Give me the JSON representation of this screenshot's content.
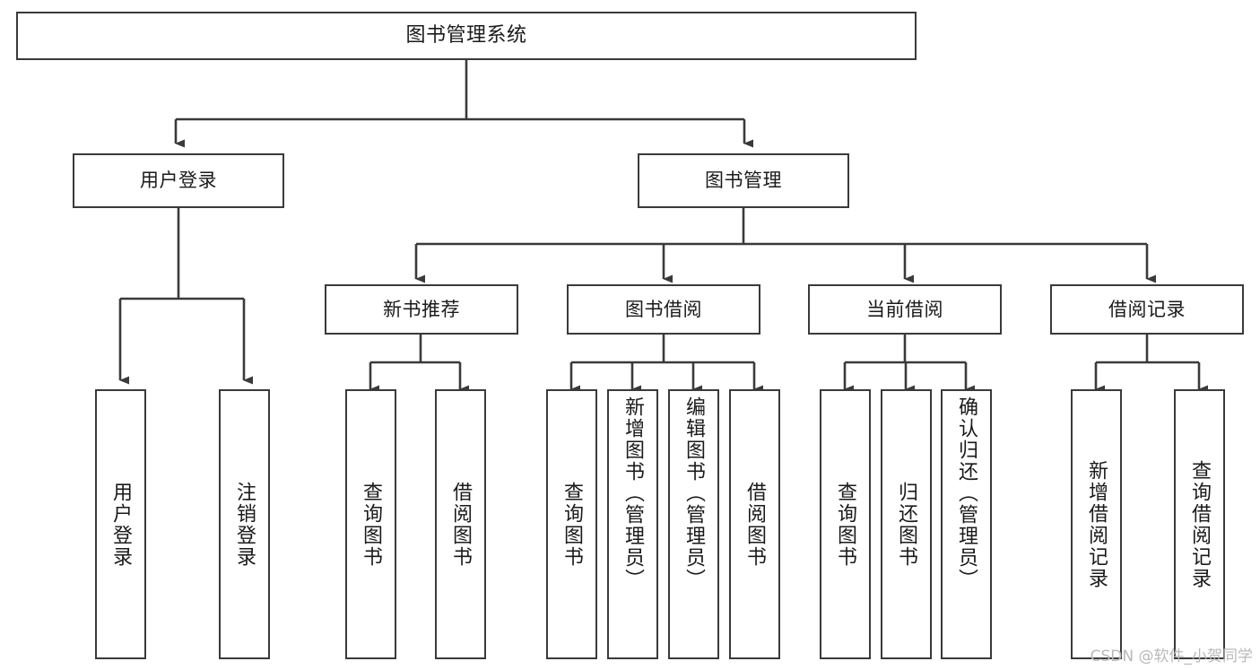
{
  "diagram": {
    "title": "图书管理系统",
    "type": "tree-hierarchy-chart",
    "colors": {
      "stroke": "#3a3a3a",
      "fill": "#ffffff",
      "text": "#1a1a1a",
      "watermark": "#b9b9b9"
    },
    "root": {
      "label": "图书管理系统"
    },
    "level1": [
      {
        "label": "用户登录"
      },
      {
        "label": "图书管理"
      }
    ],
    "level2": [
      {
        "label": "新书推荐"
      },
      {
        "label": "图书借阅"
      },
      {
        "label": "当前借阅"
      },
      {
        "label": "借阅记录"
      }
    ],
    "leaves": {
      "user_login": [
        {
          "label": "用户登录"
        },
        {
          "label": "注销登录"
        }
      ],
      "new_book": [
        {
          "label": "查询图书"
        },
        {
          "label": "借阅图书"
        }
      ],
      "borrow_book": [
        {
          "label": "查询图书"
        },
        {
          "label": "新增图书（管理员）"
        },
        {
          "label": "编辑图书（管理员）"
        },
        {
          "label": "借阅图书"
        }
      ],
      "current_borrow": [
        {
          "label": "查询图书"
        },
        {
          "label": "归还图书"
        },
        {
          "label": "确认归还（管理员）"
        }
      ],
      "borrow_record": [
        {
          "label": "新增借阅记录"
        },
        {
          "label": "查询借阅记录"
        }
      ]
    },
    "watermark": "CSDN @软件_小贺同学"
  }
}
